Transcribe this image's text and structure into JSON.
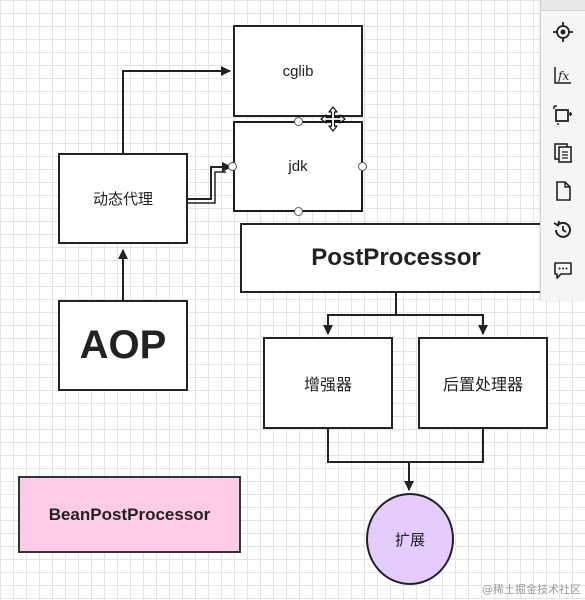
{
  "diagram": {
    "nodes": {
      "cglib": "cglib",
      "jdk": "jdk",
      "dynamic_proxy": "动态代理",
      "aop": "AOP",
      "post_processor": "PostProcessor",
      "enhancer": "增强器",
      "post_handler": "后置处理器",
      "bean_post_processor": "BeanPostProcessor",
      "extension": "扩展"
    },
    "colors": {
      "bean_post_processor_fill": "#fccce6",
      "extension_fill": "#e5ccff",
      "stroke": "#222222"
    }
  },
  "toolbar": {
    "tools": [
      {
        "icon": "format-icon"
      },
      {
        "icon": "function-icon"
      },
      {
        "icon": "arrange-icon"
      },
      {
        "icon": "pages-icon"
      },
      {
        "icon": "page-icon"
      },
      {
        "icon": "history-icon"
      },
      {
        "icon": "comment-icon"
      }
    ]
  },
  "watermark": "@稀土掘金技术社区"
}
